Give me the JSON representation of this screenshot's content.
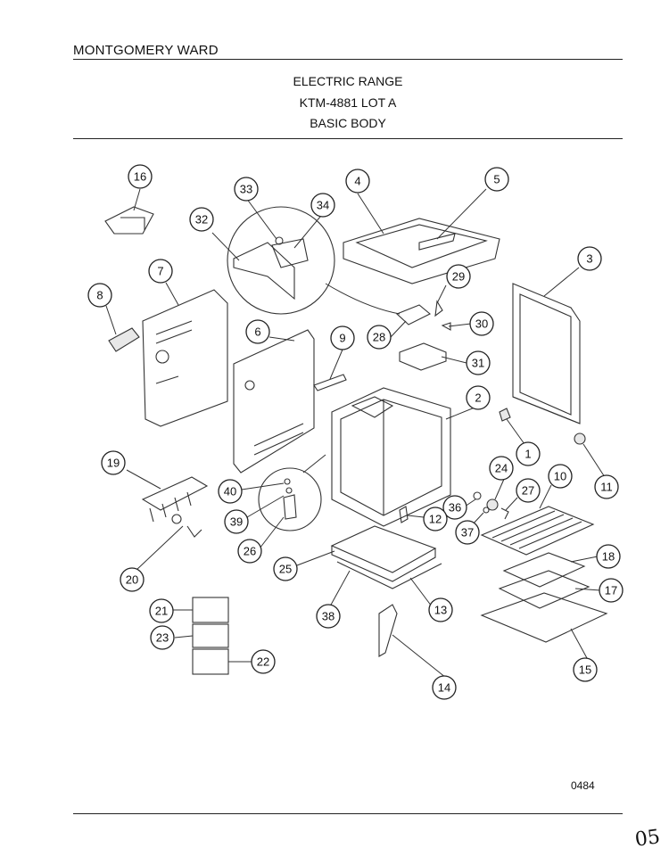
{
  "header": {
    "brand": "MONTGOMERY WARD",
    "title_line1": "ELECTRIC RANGE",
    "title_line2": "KTM-4881 LOT A",
    "title_line3": "BASIC BODY"
  },
  "footer": {
    "page_code": "0484",
    "handwritten_mark": "05"
  },
  "callouts": [
    "1",
    "2",
    "3",
    "4",
    "5",
    "6",
    "7",
    "8",
    "9",
    "10",
    "11",
    "12",
    "13",
    "14",
    "15",
    "16",
    "17",
    "18",
    "19",
    "20",
    "21",
    "22",
    "23",
    "24",
    "25",
    "26",
    "27",
    "28",
    "29",
    "30",
    "31",
    "32",
    "33",
    "34",
    "36",
    "37",
    "38",
    "39",
    "40"
  ]
}
